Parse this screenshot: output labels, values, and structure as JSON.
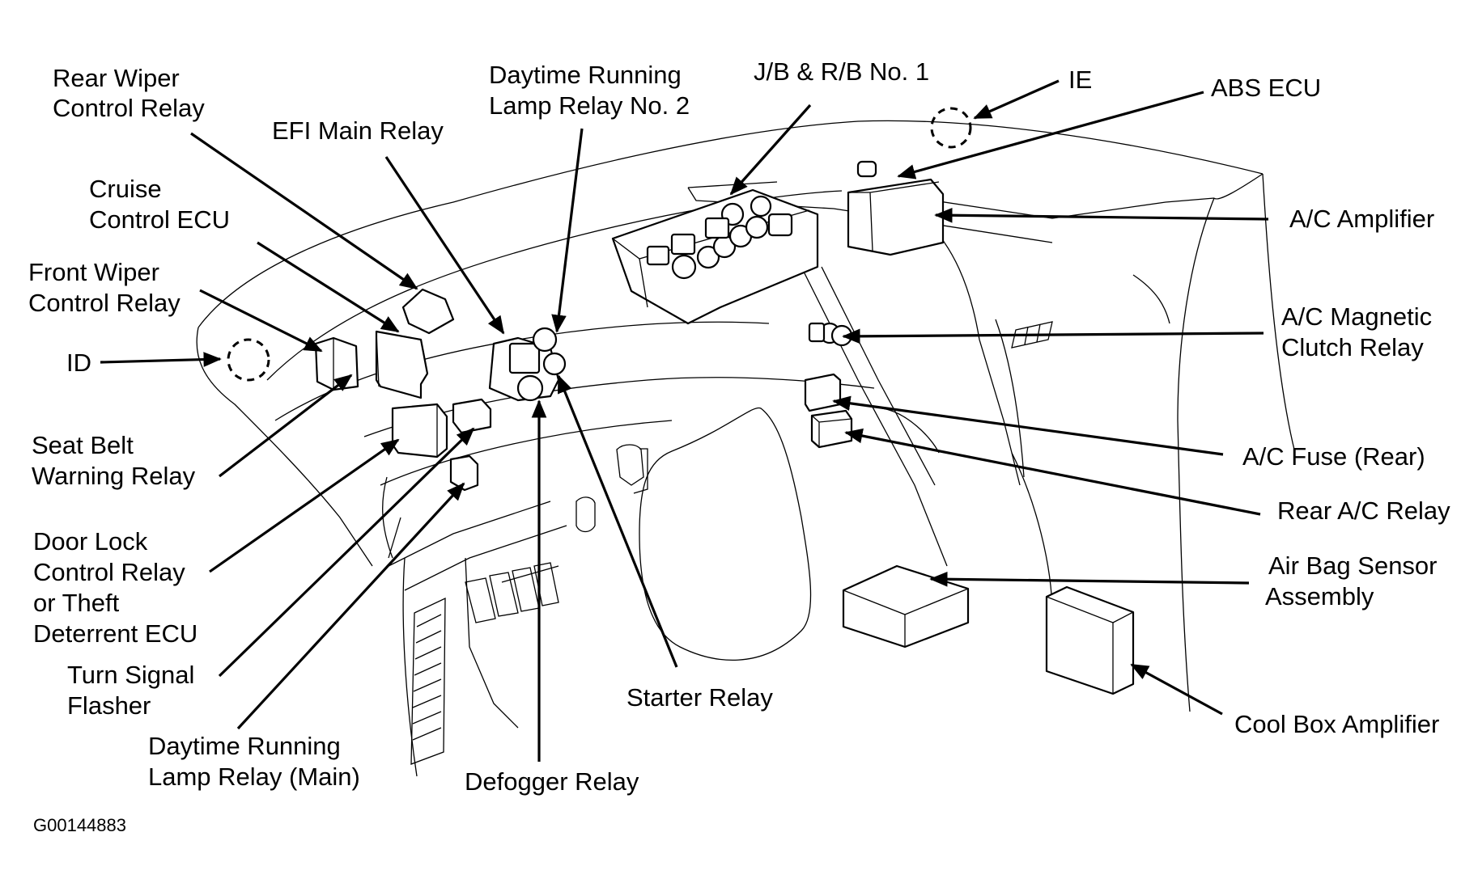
{
  "figure": {
    "title": "Instrument panel relay and component locator",
    "figure_code": "G00144883",
    "ink_color": "#000000",
    "background_color": "#ffffff"
  },
  "labels": {
    "rear_wiper_control_relay": [
      "Rear Wiper",
      "Control Relay"
    ],
    "efi_main_relay": [
      "EFI Main Relay"
    ],
    "cruise_control_ecu": [
      "Cruise",
      "Control ECU"
    ],
    "front_wiper_control_relay": [
      "Front Wiper",
      "Control Relay"
    ],
    "id_connector": [
      "ID"
    ],
    "seat_belt_warning_relay": [
      "Seat Belt",
      "Warning Relay"
    ],
    "door_lock_control_relay": [
      "Door Lock",
      "Control Relay",
      "or Theft",
      "Deterrent ECU"
    ],
    "turn_signal_flasher": [
      "Turn Signal",
      "Flasher"
    ],
    "drl_relay_main": [
      "Daytime Running",
      "Lamp Relay (Main)"
    ],
    "defogger_relay": [
      "Defogger Relay"
    ],
    "starter_relay": [
      "Starter Relay"
    ],
    "drl_relay_no2": [
      "Daytime Running",
      "Lamp Relay No. 2"
    ],
    "jb_rb_no1": [
      "J/B & R/B No. 1"
    ],
    "ie_connector": [
      "IE"
    ],
    "abs_ecu": [
      "ABS ECU"
    ],
    "ac_amplifier": [
      "A/C Amplifier"
    ],
    "ac_magnetic_clutch_relay": [
      "A/C Magnetic",
      "Clutch Relay"
    ],
    "ac_fuse_rear": [
      "A/C Fuse (Rear)"
    ],
    "rear_ac_relay": [
      "Rear A/C Relay"
    ],
    "air_bag_sensor_assembly": [
      "Air Bag Sensor",
      "Assembly"
    ],
    "cool_box_amplifier": [
      "Cool Box Amplifier"
    ]
  }
}
